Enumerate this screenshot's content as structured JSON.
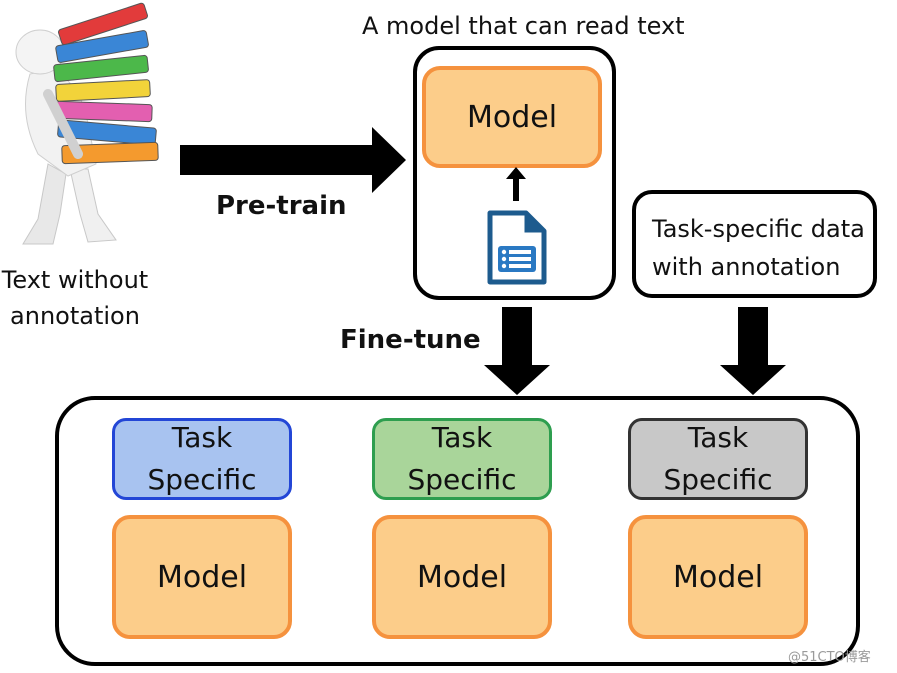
{
  "top_caption": "A model that can read text",
  "top_model_label": "Model",
  "left_caption": [
    "Text without",
    "annotation"
  ],
  "pretrain_label": "Pre-train",
  "finetune_label": "Fine-tune",
  "task_data_label": [
    "Task-specific data",
    "with annotation"
  ],
  "tasks": [
    {
      "head": [
        "Task",
        "Specific"
      ],
      "model": "Model",
      "color": "#a8c3f0",
      "border": "#2346d6"
    },
    {
      "head": [
        "Task",
        "Specific"
      ],
      "model": "Model",
      "color": "#a9d59a",
      "border": "#2e9e4f"
    },
    {
      "head": [
        "Task",
        "Specific"
      ],
      "model": "Model",
      "color": "#c8c8c8",
      "border": "#333333"
    }
  ],
  "watermark": "@51CTO博客",
  "icons": [
    "person-carrying-binders-icon",
    "document-icon"
  ],
  "colors": {
    "model_fill": "#fccd8a",
    "model_border": "#f5923e",
    "arrow": "#000000"
  }
}
